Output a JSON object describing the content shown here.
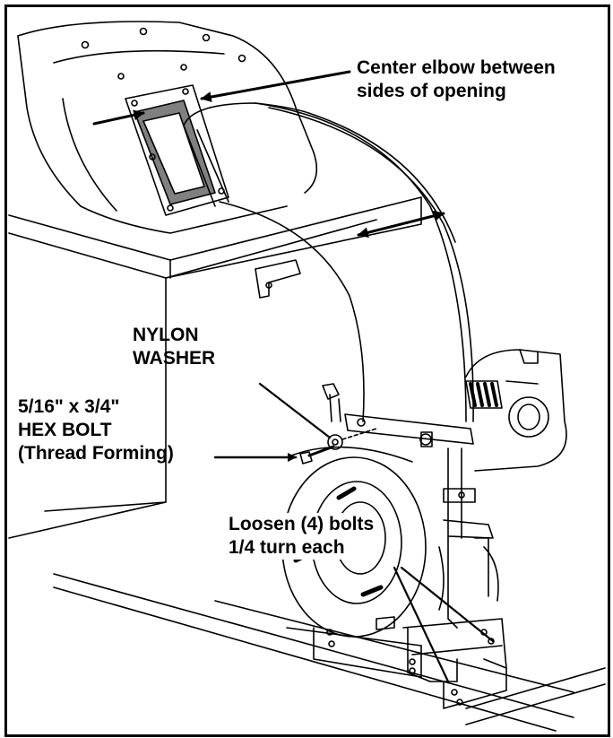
{
  "callouts": {
    "elbow_center": [
      "Center elbow between",
      "sides of opening"
    ],
    "nylon_washer": [
      "NYLON",
      "WASHER"
    ],
    "hex_bolt": [
      "5/16\" x 3/4\"",
      "HEX BOLT",
      "(Thread Forming)"
    ],
    "loosen_bolts": [
      "Loosen (4) bolts",
      "1/4 turn each"
    ]
  },
  "colors": {
    "line": "#000000",
    "gasket": "#808080",
    "background": "#ffffff"
  }
}
